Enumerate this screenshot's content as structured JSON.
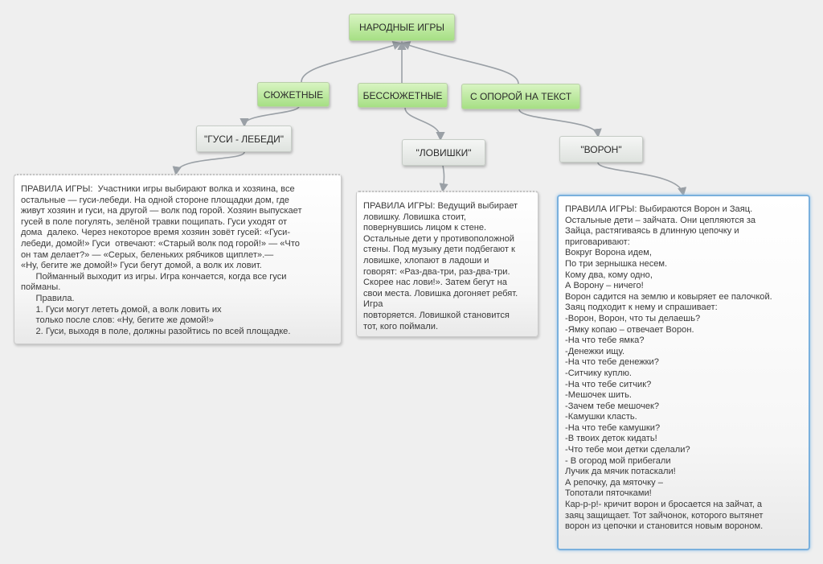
{
  "map": {
    "root": "НАРОДНЫЕ    ИГРЫ",
    "categories": {
      "plot": "СЮЖЕТНЫЕ",
      "plotless": "БЕССЮЖЕТНЫЕ",
      "text_based": "С ОПОРОЙ НА ТЕКСТ"
    },
    "games": {
      "geese": "\"ГУСИ - ЛЕБЕДИ\"",
      "catch": "\"ЛОВИШКИ\"",
      "raven": "\"ВОРОН\""
    },
    "rules": {
      "geese": "ПРАВИЛА ИГРЫ:  Участники игры выбирают волка и хозяина, все\nостальные — гуси-лебеди. На одной стороне площадки дом, где\nживут хозяин и гуси, на другой — волк под горой. Хозяин выпускает\nгусей в поле погулять, зелёной травки пощипать. Гуси уходят от\nдома  далеко. Через некоторое время хозяин зовёт гусей: «Гуси-\nлебеди, домой!» Гуси  отвечают: «Старый волк под горой!» — «Что\nон там делает?» — «Серых, беленьких рябчиков щиплет».—\n«Ну, бегите же домой!» Гуси бегут домой, а волк их ловит.\n      Пойманный выходит из игры. Игра кончается, когда все гуси\nпойманы.\n      Правила.\n      1. Гуси могут лететь домой, а волк ловить их\n      только после слов: «Ну, бегите же домой!»\n      2. Гуси, выходя в поле, должны разойтись по всей площадке.",
      "catch": "ПРАВИЛА ИГРЫ: Ведущий выбирает\nловишку. Ловишка стоит,\nповернувшись лицом к стене.\nОстальные дети у противоположной\nстены. Под музыку дети подбегают к\nловишке, хлопают в ладоши и\nговорят: «Раз-два-три, раз-два-три.\nСкорее нас лови!». Затем бегут на\nсвои места. Ловишка догоняет ребят.\nИгра\nповторяется. Ловишкой становится\nтот, кого поймали.",
      "raven": "ПРАВИЛА ИГРЫ: Выбираются Ворон и Заяц.\nОстальные дети – зайчата. Они цепляются за\nЗайца, растягиваясь в длинную цепочку и\nприговаривают:\nВокруг Ворона идем,\nПо три зернышка несем.\nКому два, кому одно,\nА Ворону – ничего!\nВорон садится на землю и ковыряет ее палочкой.\nЗаяц подходит к нему и спрашивает:\n-Ворон, Ворон, что ты делаешь?\n-Ямку копаю – отвечает Ворон.\n-На что тебе ямка?\n-Денежки ищу.\n-На что тебе денежки?\n-Ситчику куплю.\n-На что тебе ситчик?\n-Мешочек шить.\n-Зачем тебе мешочек?\n-Камушки класть.\n-На что тебе камушки?\n-В твоих деток кидать!\n-Что тебе мои детки сделали?\n- В огород мой прибегали\nЛучик да мячик потаскали!\nА репочку, да мяточку –\nТопотали пяточками!\nКар-р-р!- кричит ворон и бросается на зайчат, а\nзаяц защищает. Тот зайчонок, которого вытянет\nворон из цепочки и становится новым вороном."
    }
  }
}
